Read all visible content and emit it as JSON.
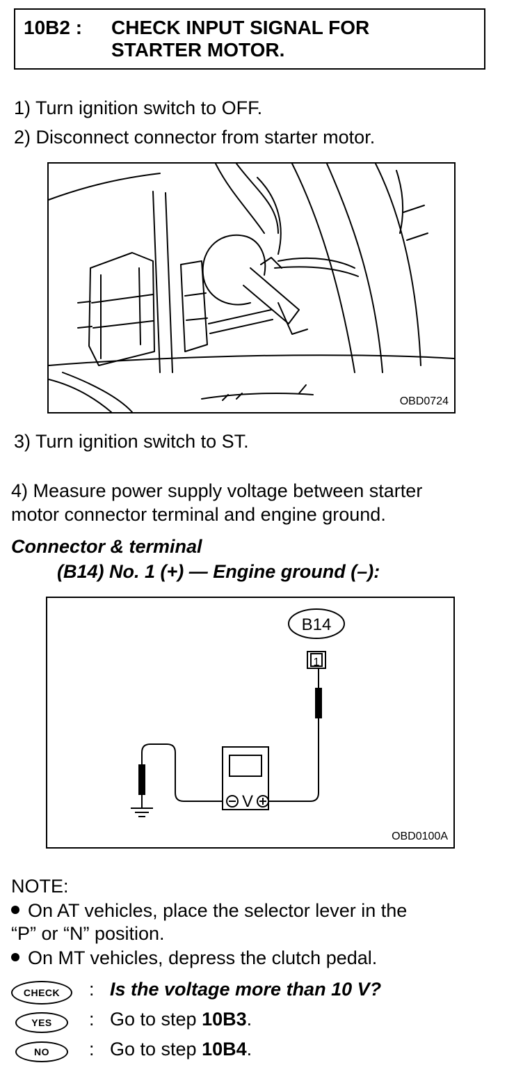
{
  "header": {
    "code": "10B2 :",
    "title_line1": "CHECK INPUT SIGNAL FOR",
    "title_line2": "STARTER MOTOR."
  },
  "steps": [
    "1)  Turn ignition switch to OFF.",
    "2)  Disconnect connector from starter motor.",
    "3)  Turn ignition switch to ST.",
    "4)  Measure power supply voltage between starter",
    "motor connector terminal and engine ground."
  ],
  "figure1": {
    "code": "OBD0724"
  },
  "connector": {
    "heading": "Connector & terminal",
    "spec": "(B14) No. 1 (+) — Engine ground (–):"
  },
  "figure2": {
    "code": "OBD0100A",
    "connector_label": "B14",
    "pin_label": "1",
    "meter_label": "V"
  },
  "note": {
    "heading": "NOTE:",
    "bullets": [
      "On AT vehicles, place the selector lever in the",
      "“P” or “N” position.",
      "On MT vehicles, depress the clutch pedal."
    ]
  },
  "decision": {
    "check_badge": "CHECK",
    "yes_badge": "YES",
    "no_badge": "NO",
    "separator": ":",
    "question": "Is the voltage more than 10 V?",
    "yes_prefix": "Go to step ",
    "yes_target": "10B3",
    "yes_suffix": ".",
    "no_prefix": "Go to step ",
    "no_target": "10B4",
    "no_suffix": "."
  }
}
